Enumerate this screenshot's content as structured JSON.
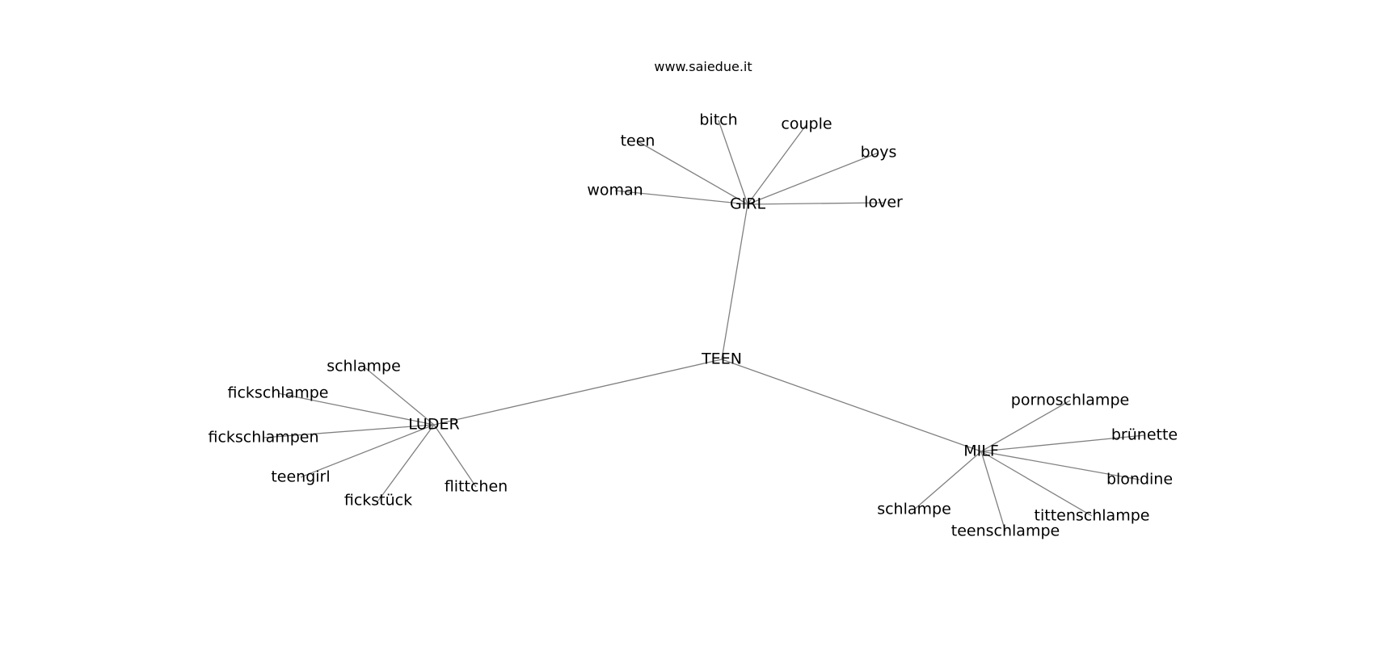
{
  "watermark": "www.saiedue.it",
  "colors": {
    "edge": "#808080",
    "text": "#000000",
    "background": "#ffffff"
  },
  "nodes": [
    {
      "id": "teen_hub",
      "label": "TEEN"
    },
    {
      "id": "girl",
      "label": "GIRL"
    },
    {
      "id": "luder",
      "label": "LUDER"
    },
    {
      "id": "milf",
      "label": "MILF"
    },
    {
      "id": "g_bitch",
      "label": "bitch"
    },
    {
      "id": "g_couple",
      "label": "couple"
    },
    {
      "id": "g_teen",
      "label": "teen"
    },
    {
      "id": "g_boys",
      "label": "boys"
    },
    {
      "id": "g_woman",
      "label": "woman"
    },
    {
      "id": "g_lover",
      "label": "lover"
    },
    {
      "id": "l_schlampe",
      "label": "schlampe"
    },
    {
      "id": "l_fickschlampe",
      "label": "fickschlampe"
    },
    {
      "id": "l_fickschlampen",
      "label": "fickschlampen"
    },
    {
      "id": "l_teengirl",
      "label": "teengirl"
    },
    {
      "id": "l_fickstueck",
      "label": "fickstück"
    },
    {
      "id": "l_flittchen",
      "label": "flittchen"
    },
    {
      "id": "m_pornoschlampe",
      "label": "pornoschlampe"
    },
    {
      "id": "m_bruenette",
      "label": "brünette"
    },
    {
      "id": "m_blondine",
      "label": "blondine"
    },
    {
      "id": "m_schlampe",
      "label": "schlampe"
    },
    {
      "id": "m_tittenschlampe",
      "label": "tittenschlampe"
    },
    {
      "id": "m_teenschlampe",
      "label": "teenschlampe"
    }
  ],
  "edges": [
    [
      "teen_hub",
      "girl"
    ],
    [
      "teen_hub",
      "luder"
    ],
    [
      "teen_hub",
      "milf"
    ],
    [
      "girl",
      "g_bitch"
    ],
    [
      "girl",
      "g_couple"
    ],
    [
      "girl",
      "g_teen"
    ],
    [
      "girl",
      "g_boys"
    ],
    [
      "girl",
      "g_woman"
    ],
    [
      "girl",
      "g_lover"
    ],
    [
      "luder",
      "l_schlampe"
    ],
    [
      "luder",
      "l_fickschlampe"
    ],
    [
      "luder",
      "l_fickschlampen"
    ],
    [
      "luder",
      "l_teengirl"
    ],
    [
      "luder",
      "l_fickstueck"
    ],
    [
      "luder",
      "l_flittchen"
    ],
    [
      "milf",
      "m_pornoschlampe"
    ],
    [
      "milf",
      "m_bruenette"
    ],
    [
      "milf",
      "m_blondine"
    ],
    [
      "milf",
      "m_schlampe"
    ],
    [
      "milf",
      "m_tittenschlampe"
    ],
    [
      "milf",
      "m_teenschlampe"
    ]
  ]
}
